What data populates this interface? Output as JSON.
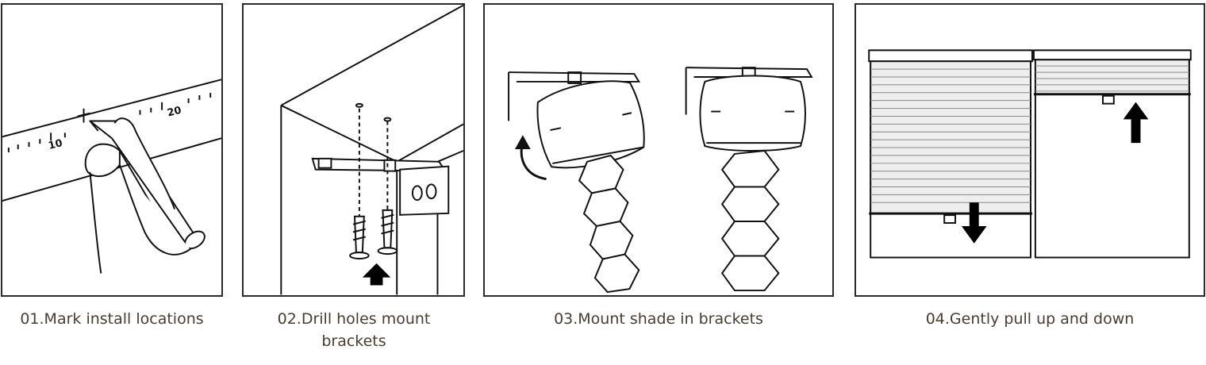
{
  "steps": [
    {
      "caption": "01.Mark install locations",
      "illustration": "tape-measure-pencil-marking"
    },
    {
      "caption": "02.Drill holes mount brackets",
      "illustration": "bracket-screws-up-arrow"
    },
    {
      "caption": "03.Mount shade in brackets",
      "illustration": "headrail-rotating-into-bracket"
    },
    {
      "caption": "04.Gently pull up and down",
      "illustration": "cellular-shade-up-down-arrows"
    }
  ],
  "tape_numbers": [
    "10",
    "20"
  ],
  "colors": {
    "line": "#111111",
    "caption": "#4a3b30",
    "border": "#2a2a2a"
  }
}
